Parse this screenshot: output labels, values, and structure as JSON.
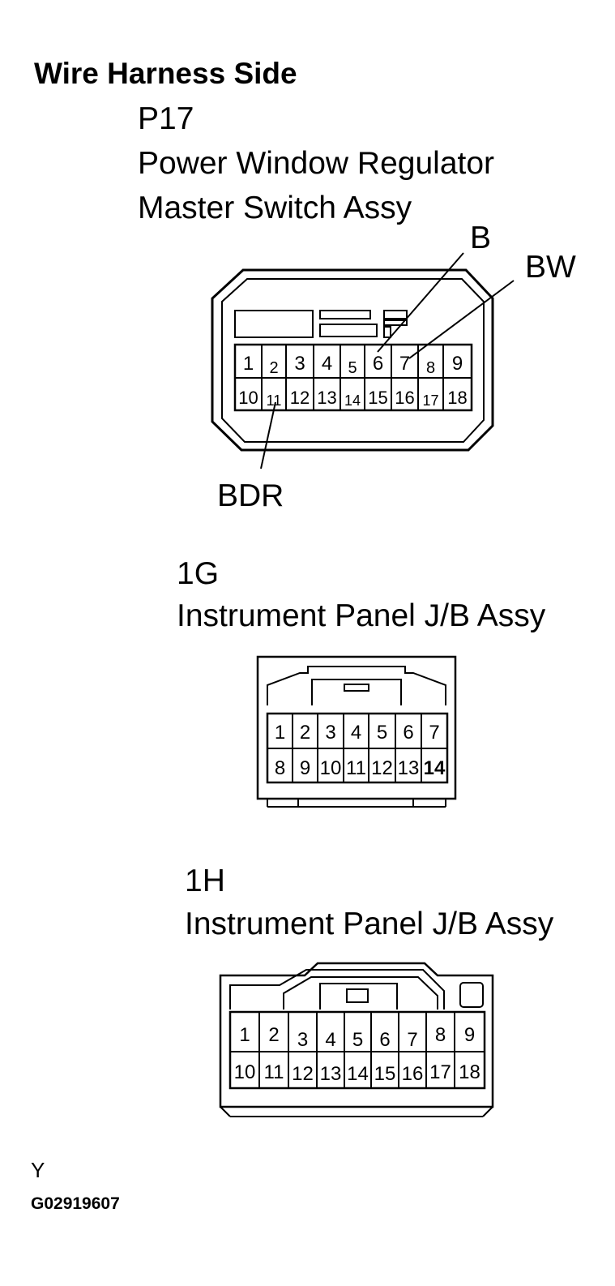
{
  "title": "Wire Harness Side",
  "connectors": [
    {
      "code": "P17",
      "name_lines": [
        "Power Window Regulator",
        "Master Switch Assy"
      ],
      "pins_top": [
        "1",
        "2",
        "3",
        "4",
        "5",
        "6",
        "7",
        "8",
        "9"
      ],
      "pins_bottom": [
        "10",
        "11",
        "12",
        "13",
        "14",
        "15",
        "16",
        "17",
        "18"
      ],
      "callouts": [
        {
          "label": "B",
          "pin": "6"
        },
        {
          "label": "BW",
          "pin": "7"
        },
        {
          "label": "BDR",
          "pin": "11"
        }
      ]
    },
    {
      "code": "1G",
      "name": "Instrument Panel J/B Assy",
      "pins_top": [
        "1",
        "2",
        "3",
        "4",
        "5",
        "6",
        "7"
      ],
      "pins_bottom": [
        "8",
        "9",
        "10",
        "11",
        "12",
        "13",
        "14"
      ]
    },
    {
      "code": "1H",
      "name": "Instrument Panel J/B Assy",
      "pins_top": [
        "1",
        "2",
        "3",
        "4",
        "5",
        "6",
        "7",
        "8",
        "9"
      ],
      "pins_bottom": [
        "10",
        "11",
        "12",
        "13",
        "14",
        "15",
        "16",
        "17",
        "18"
      ]
    }
  ],
  "footer": {
    "letter": "Y",
    "figure_code": "G02919607"
  }
}
